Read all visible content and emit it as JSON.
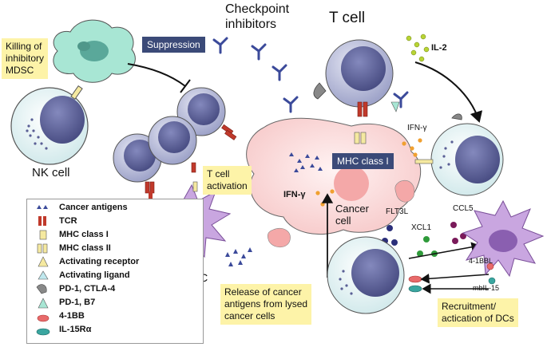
{
  "labels": {
    "checkpoint_inhibitors": "Checkpoint\ninhibitors",
    "t_cell": "T cell",
    "il2": "IL-2",
    "suppression": "Suppression",
    "killing_mdsc": "Killing of\ninhibitory\nMDSC",
    "nk_cell": "NK cell",
    "t_cell_activation": "T cell\nactivation",
    "ifn_gamma_right": "IFN-γ",
    "mhc_class_i": "MHC class I",
    "ifn_gamma_center": "IFN-γ",
    "cancer_cell": "Cancer\ncell",
    "flt3l": "FLT3L",
    "ccl5": "CCL5",
    "xcl1": "XCL1",
    "dc": "DC",
    "release_antigens": "Release of cancer\nantigens from lysed\ncancer cells",
    "four_1bbl": "4-1BBL",
    "mbil15": "mbIL-15",
    "recruitment": "Recruitment/\nactication of DCs"
  },
  "legend": [
    {
      "label": "Cancer antigens",
      "icon": "triangles-icon"
    },
    {
      "label": "TCR",
      "icon": "tcr-icon"
    },
    {
      "label": "MHC class I",
      "icon": "mhc-class-i-icon"
    },
    {
      "label": "MHC class II",
      "icon": "mhc-class-ii-icon"
    },
    {
      "label": "Activating receptor",
      "icon": "activating-receptor-icon"
    },
    {
      "label": "Activating ligand",
      "icon": "activating-ligand-icon"
    },
    {
      "label": "PD-1, CTLA-4",
      "icon": "pd1-ctla4-icon"
    },
    {
      "label": "PD-1, B7",
      "icon": "pd1-b7-icon"
    },
    {
      "label": "4-1BB",
      "icon": "four-1bb-icon"
    },
    {
      "label": "IL-15Rα",
      "icon": "il15ra-icon"
    }
  ],
  "colors": {
    "cell_body": "#b7bcd9",
    "nucleus": "#5a5f95",
    "cancer_cell": "#fbe0e0",
    "dc": "#c9a6e0",
    "mdsc": "#a8e6d4",
    "label_box_yellow": "#fdf3a8",
    "label_box_blue": "#3b4a78",
    "antibody": "#3b4a9a",
    "tcr": "#c0392b"
  }
}
